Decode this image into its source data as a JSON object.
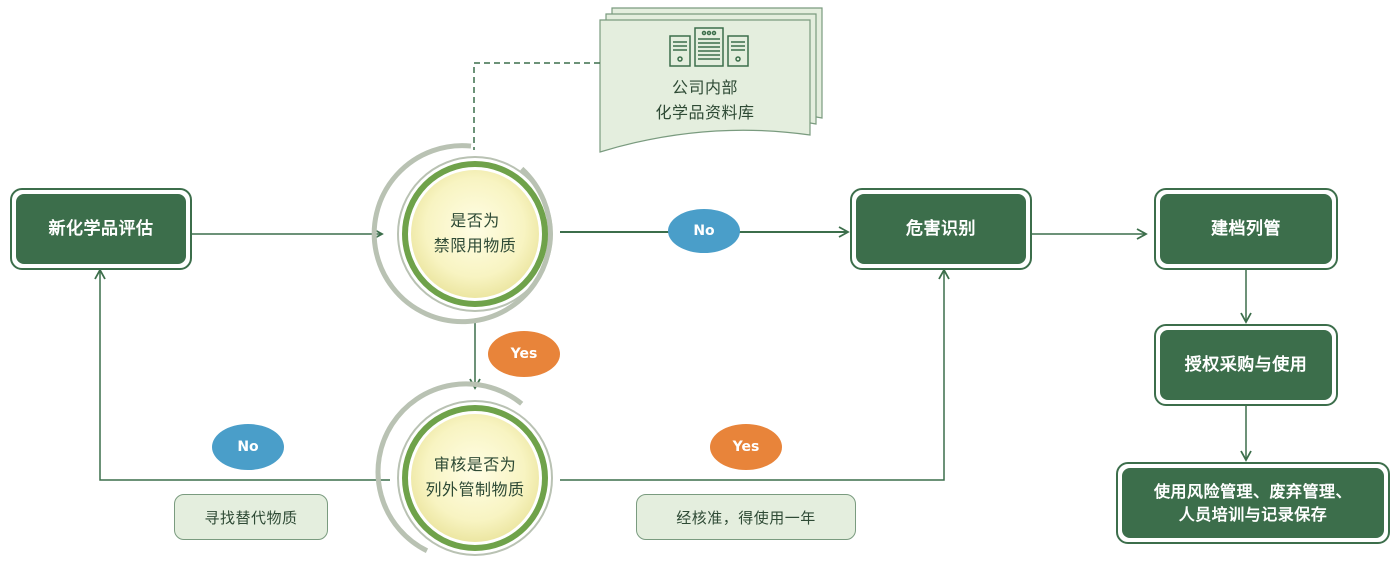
{
  "nodes": {
    "new_assessment": "新化学品评估",
    "hazard_id": "危害识别",
    "archive": "建档列管",
    "authorized_use": "授权采购与使用",
    "final_line1": "使用风险管理、废弃管理、",
    "final_line2": "人员培训与记录保存",
    "find_substitute": "寻找替代物质",
    "approved_one_year": "经核准，得使用一年"
  },
  "decisions": {
    "prohibited_line1": "是否为",
    "prohibited_line2": "禁限用物质",
    "controlled_line1": "审核是否为",
    "controlled_line2": "列外管制物质"
  },
  "database": {
    "line1": "公司内部",
    "line2": "化学品资料库",
    "icon": "server-rack-icon"
  },
  "labels": {
    "no_top": "No",
    "yes_mid": "Yes",
    "no_bottom": "No",
    "yes_bottom": "Yes"
  },
  "colors": {
    "primary_green": "#3c6e4b",
    "ring_green": "#6fa24a",
    "ring_gray": "#b9c2b3",
    "badge_blue": "#4a9ec9",
    "badge_orange": "#e8843a",
    "pale_green": "#e4eede"
  }
}
